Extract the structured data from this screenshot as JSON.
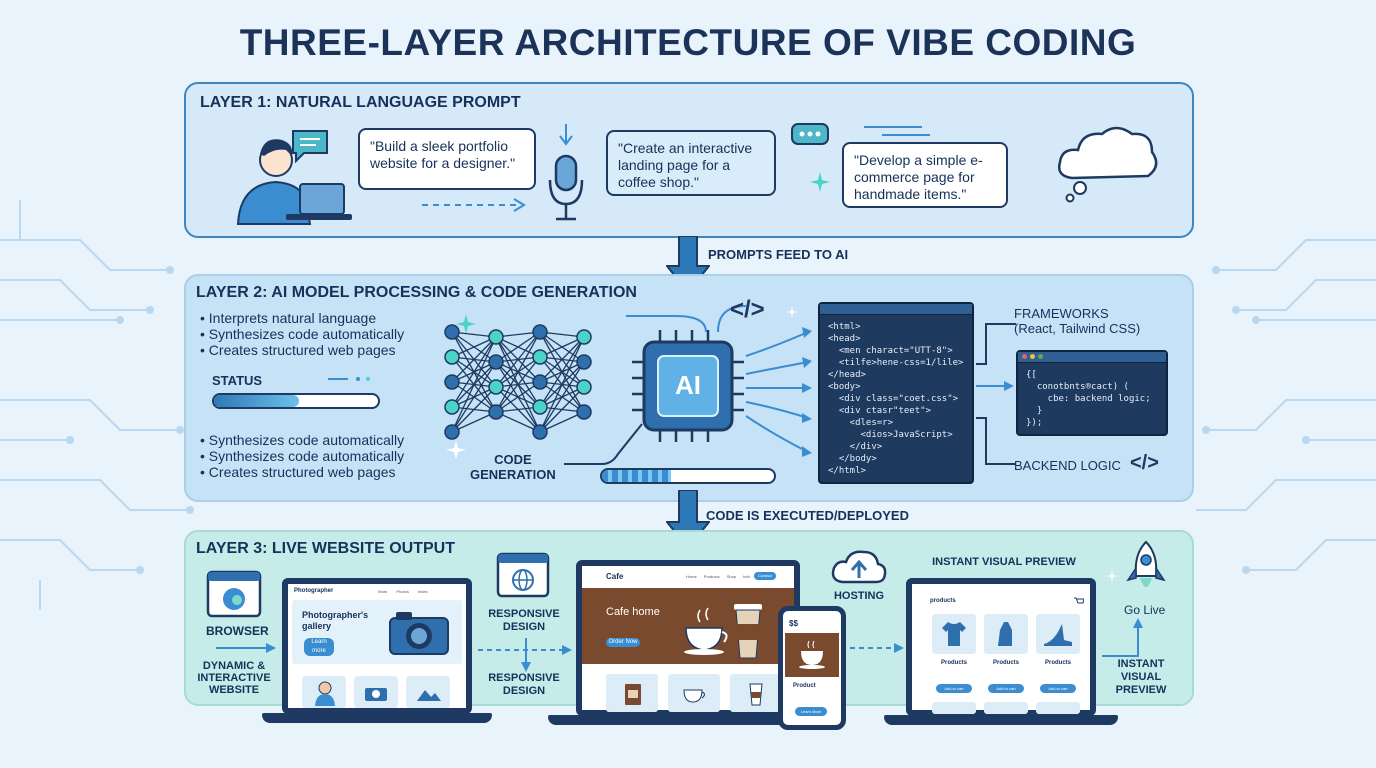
{
  "title": "THREE-LAYER ARCHITECTURE OF VIBE CODING",
  "layer1": {
    "title": "LAYER 1: NATURAL LANGUAGE PROMPT",
    "prompt1": "\"Build a sleek portfolio website for a designer.\"",
    "prompt2": "\"Create an interactive landing page for a coffee shop.\"",
    "prompt3": "\"Develop a simple e-commerce page for handmade items.\""
  },
  "arrow1_label": "PROMPTS FEED TO AI",
  "layer2": {
    "title": "LAYER 2: AI MODEL PROCESSING & CODE GENERATION",
    "bullets_top": [
      "Interprets natural language",
      "Synthesizes code automatically",
      "Creates structured web pages"
    ],
    "status_label": "STATUS",
    "status_progress": 0.52,
    "bullets_bottom": [
      "Synthesizes code automatically",
      "Synthesizes code automatically",
      "Creates structured web pages"
    ],
    "code_gen_label": "CODE\nGENERATION",
    "chip_label": "AI",
    "code_symbol": "</>",
    "code_lines": "<html>\n<head>\n  <men charact=\"UTT-8\">\n  <tilfe>hene-css=1/lile>\n</head>\n<body>\n  <div class=\"coet.css\">\n  <div ctasr\"teet\">\n    <dles=r>\n      <dios>JavaScript>\n    </div>\n  </body>\n</html>",
    "frameworks_label": "FRAMEWORKS\n(React, Tailwind CSS)",
    "framework_code": "{[\n  conotbnts®cact) (\n    cbe: backend logic;\n  }\n});",
    "backend_label": "BACKEND LOGIC",
    "backend_symbol": "</>"
  },
  "arrow2_label": "CODE IS EXECUTED/DEPLOYED",
  "layer3": {
    "title": "LAYER 3: LIVE WEBSITE OUTPUT",
    "browser_label": "BROWSER",
    "dynamic_label": "DYNAMIC &\nINTERACTIVE\nWEBSITE",
    "responsive_label_1": "RESPONSIVE\nDESIGN",
    "responsive_label_2": "RESPONSIVE\nDESIGN",
    "hosting_label": "HOSTING",
    "instant_preview_top": "INSTANT VISUAL PREVIEW",
    "go_live_label": "Go Live",
    "instant_preview_right": "INSTANT\nVISUAL\nPREVIEW",
    "portfolio": {
      "brand": "Photographer",
      "nav": [
        "Work",
        "Photos",
        "Index"
      ],
      "heading": "Photographer's\ngallery",
      "button": "Learn more"
    },
    "cafe": {
      "brand": "Cafe",
      "nav": [
        "Home",
        "Products",
        "Shop",
        "Info"
      ],
      "nav_button": "Contact",
      "heading": "Cafe home",
      "button": "Order Now"
    },
    "phone": {
      "heading": "$$",
      "product": "Product",
      "button": "Learn More"
    },
    "shop": {
      "brand": "products",
      "items": [
        "Products",
        "Products",
        "Products"
      ],
      "button": "Add to cart"
    }
  },
  "colors": {
    "navy": "#1e3a63",
    "accent": "#3a8dd1",
    "panel1_bg": "#d5e9f8",
    "panel2_bg": "#c6e2f6",
    "panel3_bg": "#c5ece8"
  }
}
